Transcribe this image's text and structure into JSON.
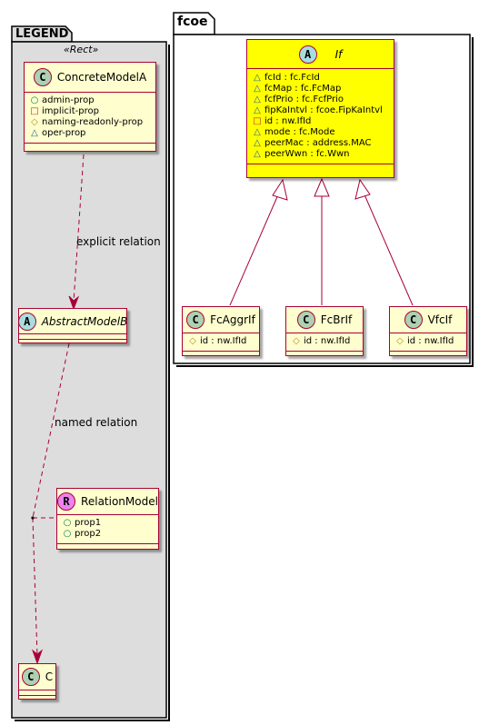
{
  "legend_package": {
    "name": "LEGEND",
    "stereotype": "«Rect»",
    "concrete_model": {
      "badge": "C",
      "name": "ConcreteModelA",
      "attributes": [
        {
          "visibility": "public",
          "text": "admin-prop"
        },
        {
          "visibility": "private",
          "text": "implicit-prop"
        },
        {
          "visibility": "protected",
          "text": "naming-readonly-prop"
        },
        {
          "visibility": "package",
          "text": "oper-prop"
        }
      ]
    },
    "abstract_model": {
      "badge": "A",
      "name": "AbstractModelB"
    },
    "relation_model": {
      "badge": "R",
      "name": "RelationModel",
      "attributes": [
        {
          "visibility": "public",
          "text": "prop1"
        },
        {
          "visibility": "public",
          "text": "prop2"
        }
      ]
    },
    "target_class": {
      "badge": "C",
      "name": "C"
    },
    "explicit_relation_label": "explicit relation",
    "named_relation_label": "named relation"
  },
  "fcoe_package": {
    "name": "fcoe",
    "interface_class": {
      "badge": "A",
      "name": "If",
      "attributes": [
        {
          "visibility": "package",
          "text": "fcId : fc.FcId"
        },
        {
          "visibility": "package",
          "text": "fcMap : fc.FcMap"
        },
        {
          "visibility": "package",
          "text": "fcfPrio : fc.FcfPrio"
        },
        {
          "visibility": "package",
          "text": "fipKaIntvl : fcoe.FipKaIntvl"
        },
        {
          "visibility": "private",
          "text": "id : nw.IfId"
        },
        {
          "visibility": "package",
          "text": "mode : fc.Mode"
        },
        {
          "visibility": "package",
          "text": "peerMac : address.MAC"
        },
        {
          "visibility": "package",
          "text": "peerWwn : fc.Wwn"
        }
      ]
    },
    "subclasses": [
      {
        "badge": "C",
        "name": "FcAggrIf",
        "attributes": [
          {
            "visibility": "protected",
            "text": "id : nw.IfId"
          }
        ]
      },
      {
        "badge": "C",
        "name": "FcBrIf",
        "attributes": [
          {
            "visibility": "protected",
            "text": "id : nw.IfId"
          }
        ]
      },
      {
        "badge": "C",
        "name": "VfcIf",
        "attributes": [
          {
            "visibility": "protected",
            "text": "id : nw.IfId"
          }
        ]
      }
    ]
  },
  "colors": {
    "class_fill": "#fefece",
    "interface_fill": "#ffff00",
    "border": "#a80036",
    "package_fill": "#dddddd"
  }
}
